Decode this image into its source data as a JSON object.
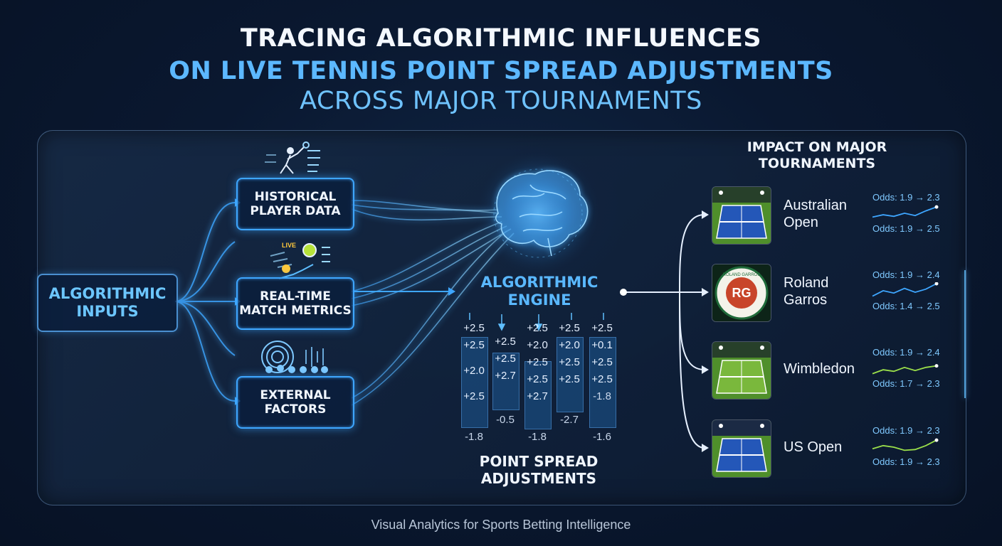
{
  "title": {
    "line1": "TRACING ALGORITHMIC INFLUENCES",
    "line2": "ON LIVE TENNIS POINT SPREAD ADJUSTMENTS",
    "line3": "ACROSS MAJOR TOURNAMENTS"
  },
  "inputs": {
    "label": "ALGORITHMIC INPUTS",
    "sources": [
      {
        "label": "HISTORICAL PLAYER DATA",
        "icon": "tennis-player-stats-icon"
      },
      {
        "label": "REAL-TIME MATCH METRICS",
        "icon": "live-tennis-ball-icon",
        "badge": "LIVE"
      },
      {
        "label": "EXTERNAL FACTORS",
        "icon": "crowd-radar-icon"
      }
    ]
  },
  "engine": {
    "label": "ALGORITHMIC ENGINE",
    "icon": "brain-icon"
  },
  "spreads": {
    "label": "POINT SPREAD ADJUSTMENTS",
    "columns": [
      {
        "values": [
          "+2.5",
          "+2.5",
          "+2.0",
          "+2.5"
        ],
        "bottom": "-1.8"
      },
      {
        "values": [
          "+2.5",
          "+2.5",
          "+2.7"
        ],
        "bottom": "-0.5"
      },
      {
        "values": [
          "+2.5",
          "+2.0",
          "+2.5",
          "+2.5",
          "+2.7"
        ],
        "bottom": "-1.8"
      },
      {
        "values": [
          "+2.5",
          "+2.0",
          "+2.5",
          "+2.5"
        ],
        "bottom": "-2.7"
      },
      {
        "values": [
          "+2.5",
          "+0.1",
          "+2.5",
          "+2.5",
          "-1.8"
        ],
        "bottom": "-1.6"
      }
    ]
  },
  "impact": {
    "label": "IMPACT ON MAJOR TOURNAMENTS",
    "tournaments": [
      {
        "name": "Australian Open",
        "odds_top": "Odds: 1.9 → 2.3",
        "odds_bottom": "Odds: 1.9 → 2.5",
        "trend": [
          0.3,
          0.45,
          0.35,
          0.55,
          0.4,
          0.7,
          0.95
        ],
        "color": "#3ea6ff",
        "logo_text": ""
      },
      {
        "name": "Roland Garros",
        "odds_top": "Odds: 1.9 → 2.4",
        "odds_bottom": "Odds: 1.4 → 2.5",
        "trend": [
          0.2,
          0.55,
          0.4,
          0.7,
          0.45,
          0.65,
          1.0
        ],
        "color": "#3ea6ff",
        "logo_text": "ROLAND GARROS"
      },
      {
        "name": "Wimbledon",
        "odds_top": "Odds: 1.9 → 2.4",
        "odds_bottom": "Odds: 1.7 → 2.3",
        "trend": [
          0.2,
          0.45,
          0.35,
          0.6,
          0.4,
          0.6,
          0.7
        ],
        "color": "#9be04a",
        "logo_text": ""
      },
      {
        "name": "US Open",
        "odds_top": "Odds: 1.9 → 2.3",
        "odds_bottom": "Odds: 1.9 → 2.3",
        "trend": [
          0.4,
          0.6,
          0.5,
          0.3,
          0.35,
          0.6,
          0.95
        ],
        "color": "#9be04a",
        "logo_text": ""
      }
    ]
  },
  "footer": "Visual Analytics for Sports Betting Intelligence",
  "colors": {
    "accent": "#3ea6ff",
    "title_blue": "#5cb8ff",
    "background": "#0a1830"
  }
}
